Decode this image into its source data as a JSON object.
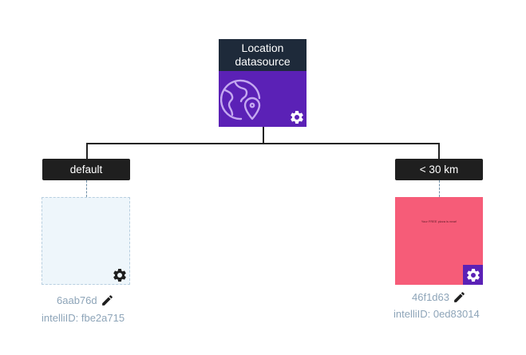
{
  "root": {
    "title": "Location datasource",
    "icon": "globe-location-pin-icon",
    "settings_icon": "gear-icon",
    "colors": {
      "header": "#1e2a3a",
      "body": "#5b21b6"
    }
  },
  "branches": [
    {
      "label": "default",
      "card_color": "#eef6fb",
      "id": "6aab76d",
      "intelli_id": "intelliID: fbe2a715",
      "edit_icon": "pencil-icon",
      "settings_icon": "gear-icon"
    },
    {
      "label": "< 30 km",
      "card_color": "#f65c78",
      "card_text": "Your FREE pizza is near!",
      "id": "46f1d63",
      "intelli_id": "intelliID: 0ed83014",
      "edit_icon": "pencil-icon",
      "settings_icon": "gear-icon"
    }
  ]
}
